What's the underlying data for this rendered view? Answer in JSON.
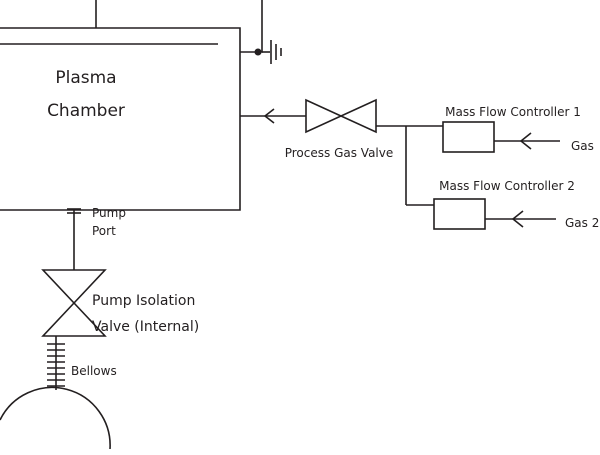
{
  "labels": {
    "chamber_line1": "Plasma",
    "chamber_line2": "Chamber",
    "process_gas_valve": "Process Gas Valve",
    "mfc1": "Mass Flow Controller 1",
    "mfc2": "Mass Flow Controller 2",
    "gas1": "Gas",
    "gas2": "Gas 2",
    "pump_port_line1": "Pump",
    "pump_port_line2": "Port",
    "pump_iso_line1": "Pump Isolation",
    "pump_iso_line2": "Valve (Internal)",
    "bellows": "Bellows"
  }
}
